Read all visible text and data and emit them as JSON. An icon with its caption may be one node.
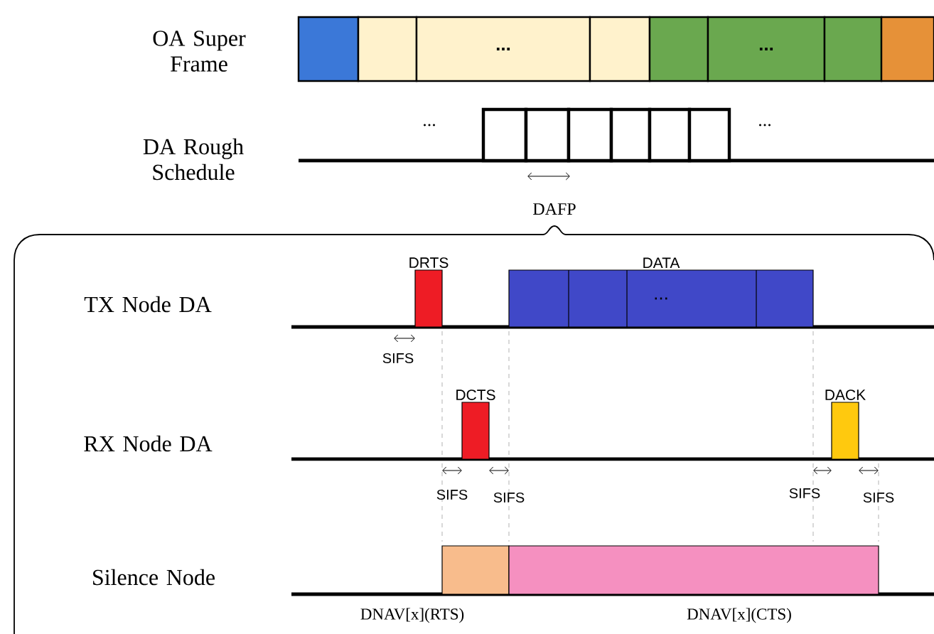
{
  "diagram": {
    "nodes": [
      {
        "text": [],
        "shape": "box"
      },
      {
        "text": [],
        "shape": "box"
      },
      {
        "text": [
          "..."
        ]
      },
      {
        "text": [],
        "shape": "box"
      },
      {
        "text": [],
        "shape": "box"
      },
      {
        "text": [
          "..."
        ]
      },
      {
        "text": [],
        "shape": "box"
      },
      {
        "text": [],
        "shape": "box"
      },
      {
        "text": [],
        "shape": "box"
      },
      {
        "text": [],
        "shape": "box"
      },
      {
        "text": [],
        "shape": "box"
      },
      {
        "text": [],
        "shape": "box"
      },
      {
        "text": [],
        "shape": "box"
      },
      {
        "text": [],
        "shape": "box"
      },
      {
        "text": [
          "DRTS"
        ]
      },
      {
        "text": [
          "DATA",
          "..."
        ]
      },
      {
        "text": [
          "DCTS"
        ]
      },
      {
        "text": [
          "DACK"
        ]
      },
      {
        "text": [],
        "shape": "box",
        "beside": [
          "DNAV[x](RTS)"
        ]
      },
      {
        "text": [],
        "shape": "box",
        "beside": [
          "DNAV[x](CTS)"
        ]
      }
    ],
    "labels": [
      "OA Super Frame",
      "DA Rough Schedule",
      "...",
      "...",
      "DAFP",
      "TX  Node DA",
      "SIFS",
      "RX  Node DA",
      "SIFS",
      "SIFS",
      "SIFS",
      "SIFS",
      "Silence Node"
    ]
  }
}
